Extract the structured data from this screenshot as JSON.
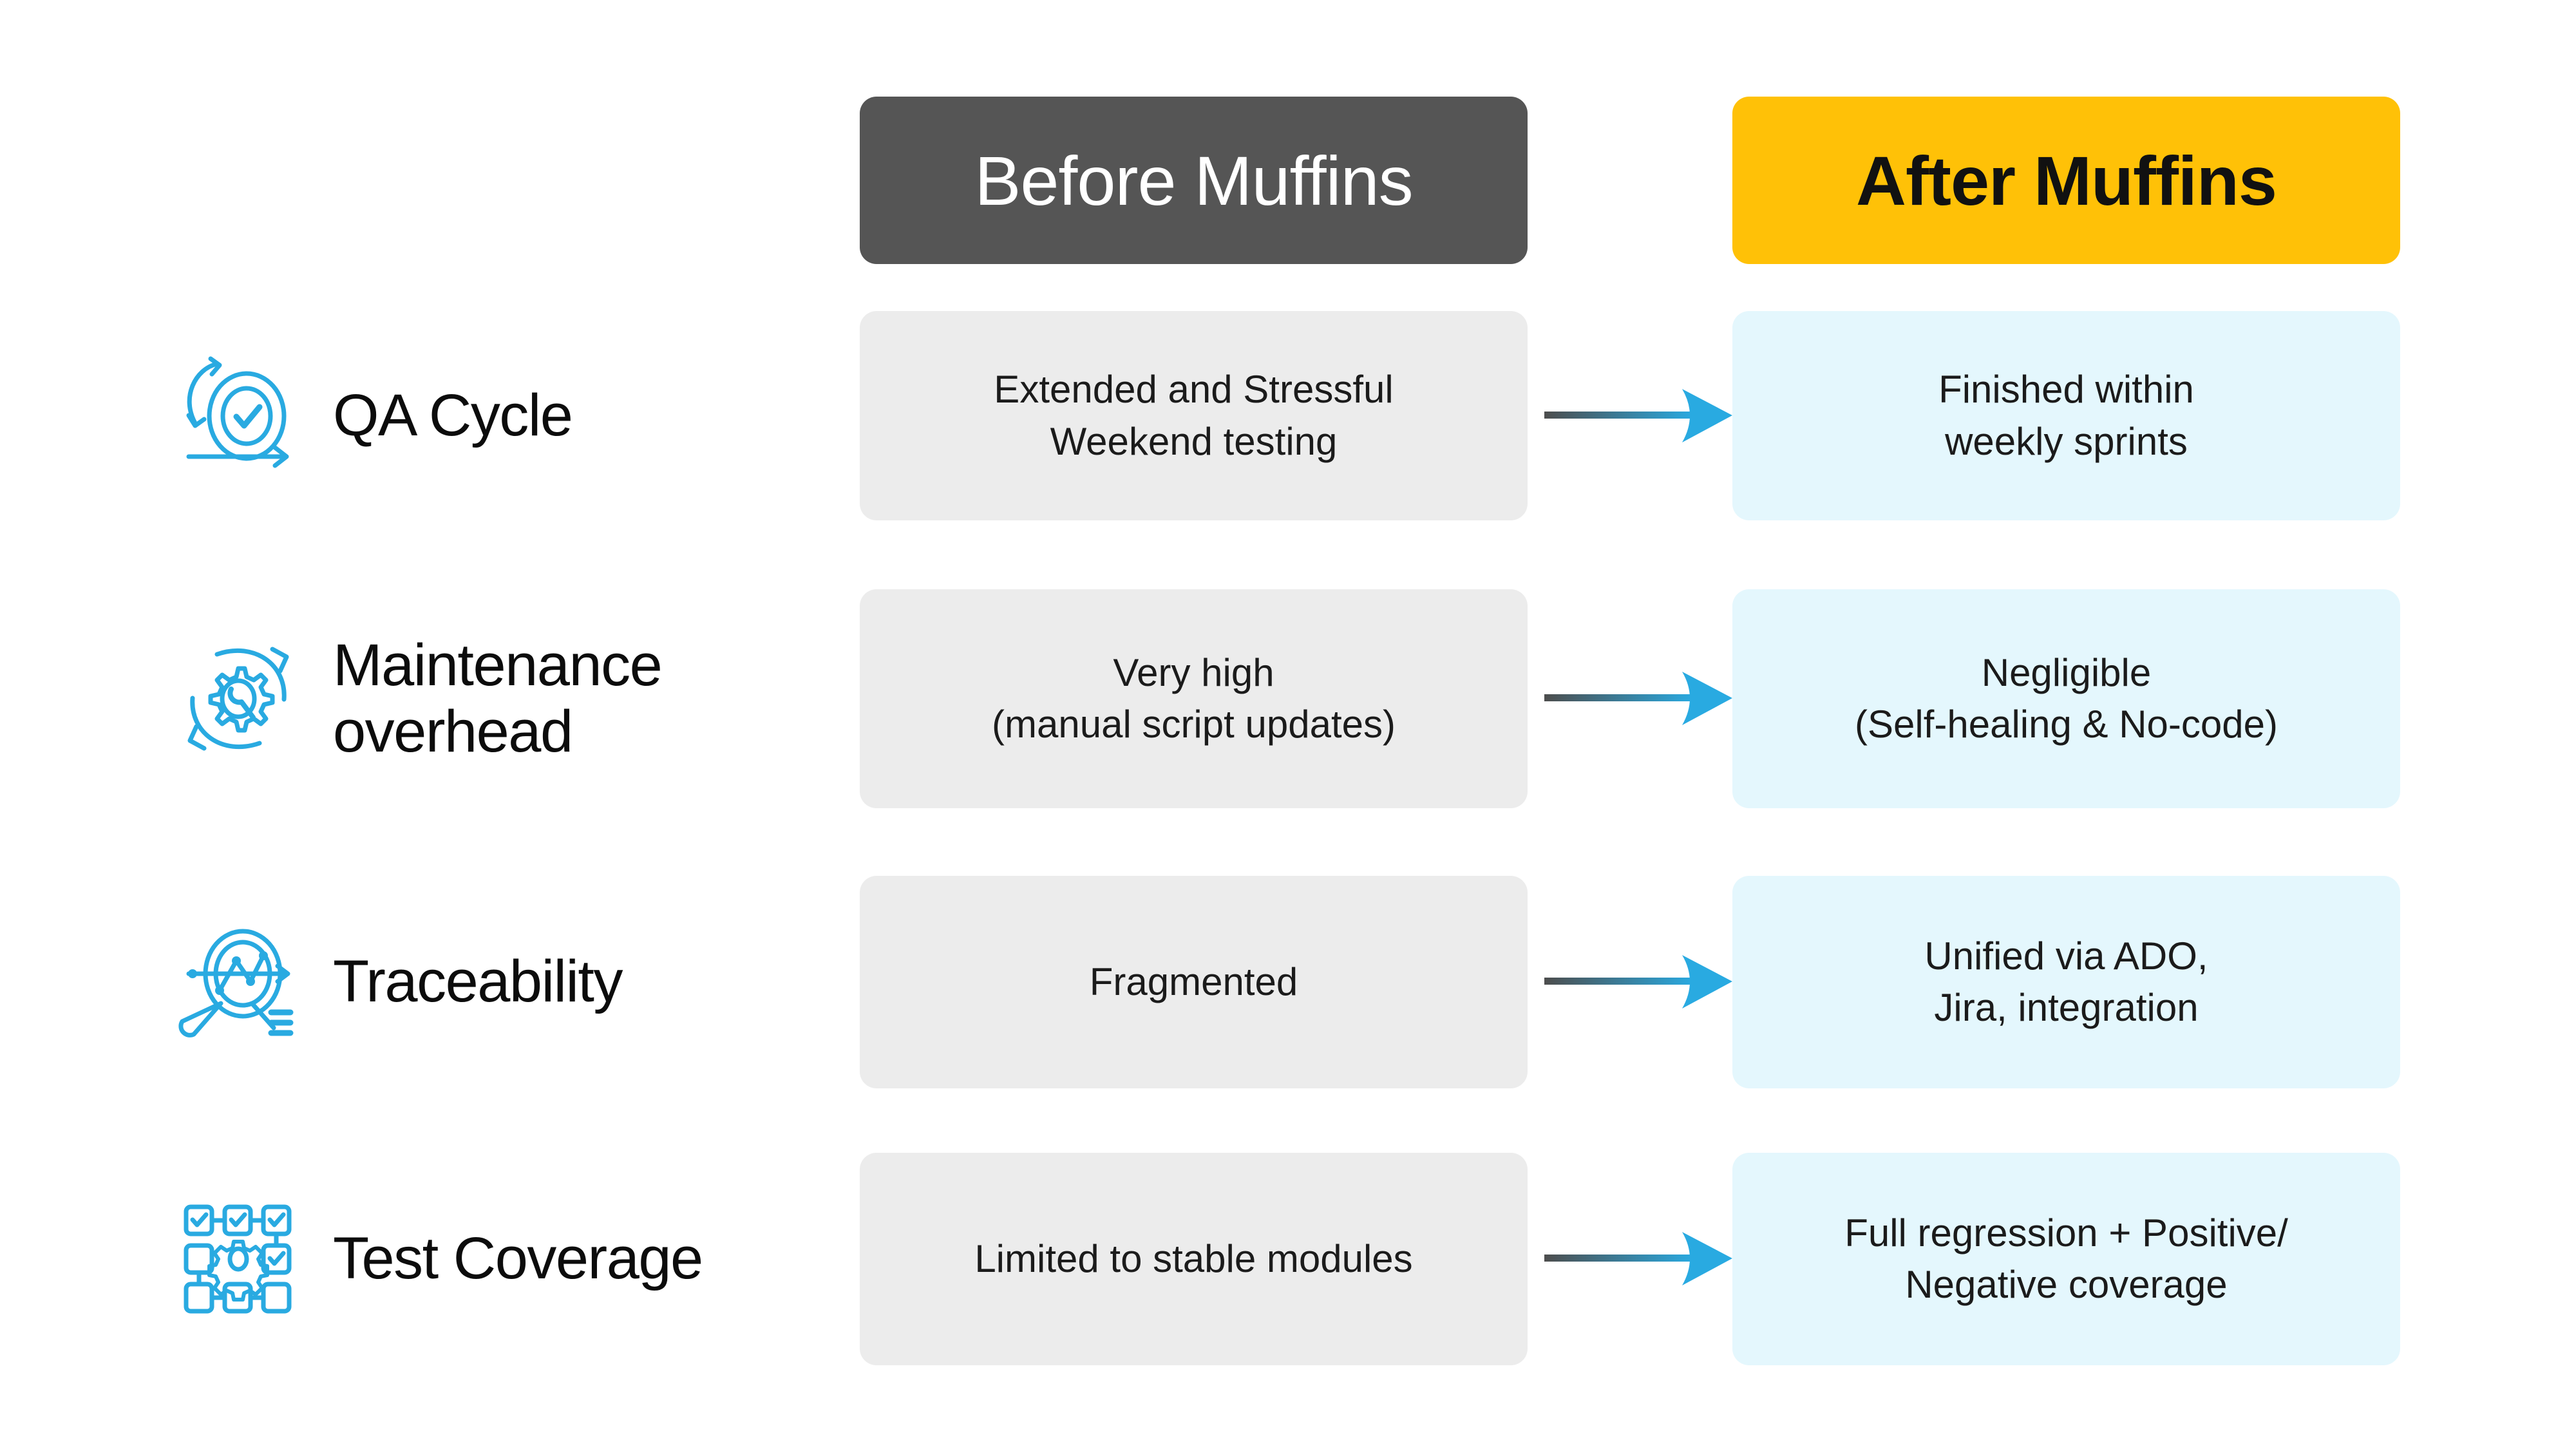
{
  "headers": {
    "before": "Before Muffins",
    "after": "After Muffins"
  },
  "colors": {
    "before_header_bg": "#555555",
    "after_header_bg": "#FFC107",
    "before_card_bg": "#ECECEC",
    "after_card_bg": "#E4F7FD",
    "icon_blue": "#29AAE1",
    "arrow_start": "#4D4D4D",
    "arrow_end": "#29AAE1",
    "page_bg": "#FFFFFF",
    "text": "#1B1B1B"
  },
  "rows": [
    {
      "icon": "qa-cycle-icon",
      "label": "QA Cycle",
      "before": "Extended and Stressful\nWeekend testing",
      "after": "Finished within\nweekly sprints",
      "arrow": "arrow-right-icon"
    },
    {
      "icon": "maintenance-gear-wrench-icon",
      "label": "Maintenance\noverhead",
      "before": "Very high\n(manual script updates)",
      "after": "Negligible\n(Self-healing & No-code)",
      "arrow": "arrow-right-icon"
    },
    {
      "icon": "traceability-magnifier-icon",
      "label": "Traceability",
      "before": "Fragmented",
      "after": "Unified via ADO,\nJira, integration",
      "arrow": "arrow-right-icon"
    },
    {
      "icon": "test-coverage-grid-icon",
      "label": "Test Coverage",
      "before": "Limited to stable modules",
      "after": "Full regression + Positive/\nNegative coverage",
      "arrow": "arrow-right-icon"
    }
  ]
}
